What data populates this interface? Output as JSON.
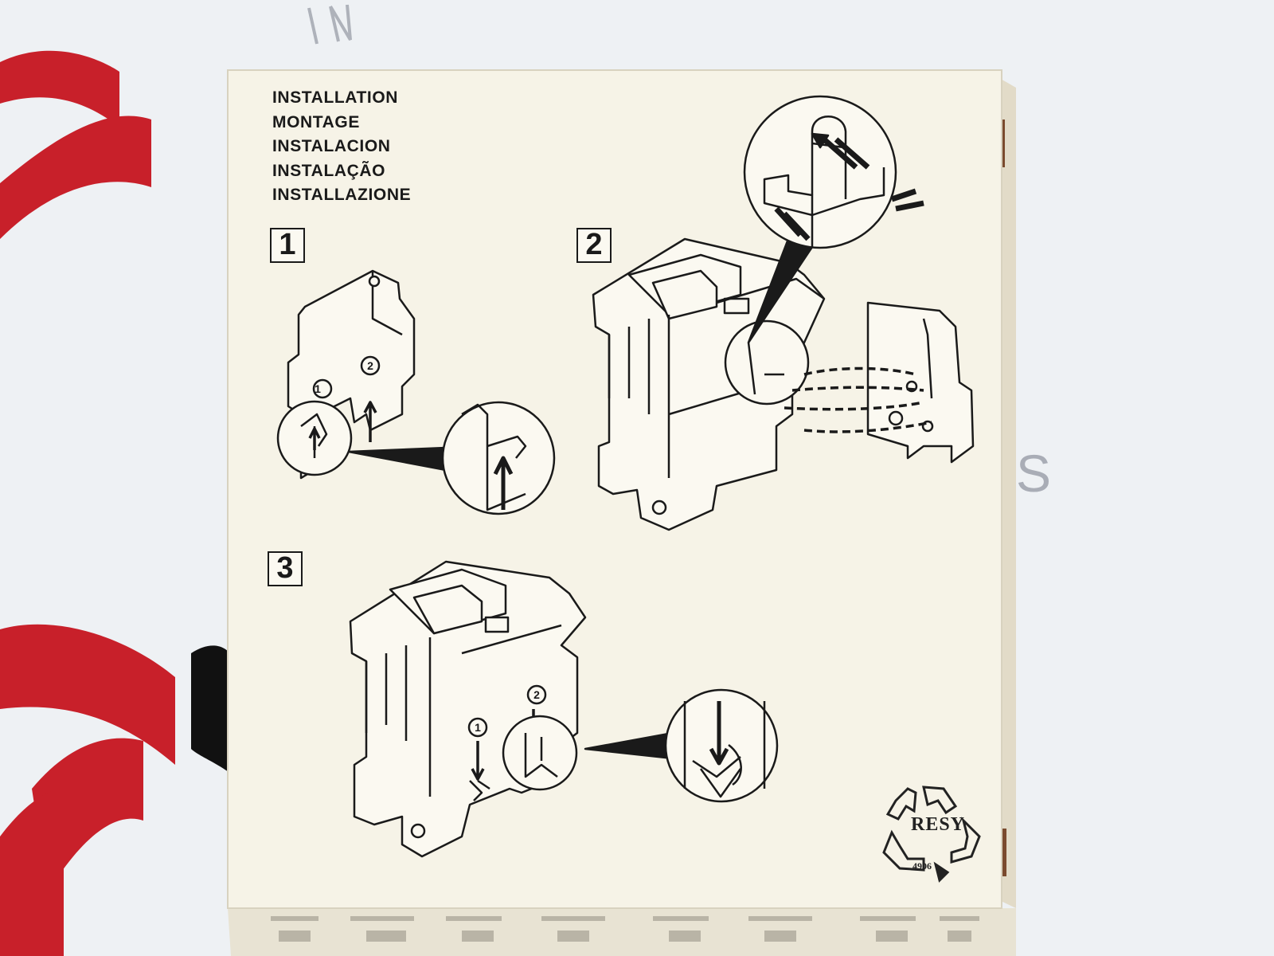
{
  "image": {
    "subject": "photo of the back of a white product box with installation pictograms for a contactor auxiliary block",
    "background_color": "#eef1f4",
    "box_color": "#f6f3e7",
    "ink_color": "#1a1a1a",
    "accent_red": "#c8202a"
  },
  "heading": {
    "lines": [
      "INSTALLATION",
      "MONTAGE",
      "INSTALACION",
      "INSTALAÇÃO",
      "INSTALLAZIONE"
    ]
  },
  "steps": [
    {
      "number": "1",
      "callouts": [
        "1",
        "2"
      ]
    },
    {
      "number": "2"
    },
    {
      "number": "3",
      "callouts": [
        "1",
        "2"
      ]
    }
  ],
  "recycle_logo": {
    "text": "RESY",
    "code": "4906"
  },
  "background_print": {
    "letter": "S"
  }
}
